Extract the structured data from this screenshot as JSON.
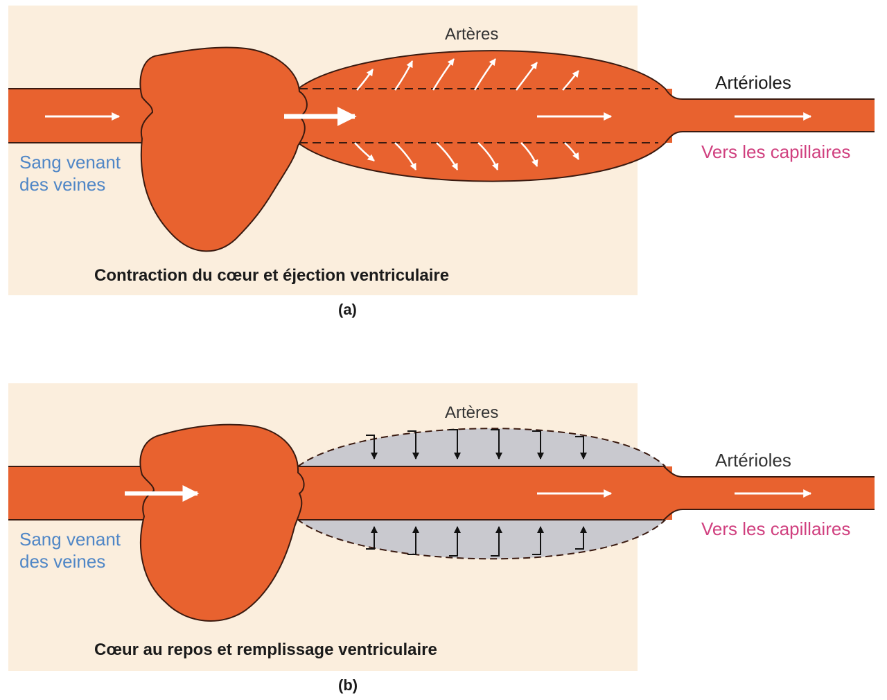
{
  "colors": {
    "blood": "#e8622f",
    "outline": "#3a1a10",
    "panel_bg": "#fbeedd",
    "resting_artery": "#c9c9cf",
    "venous_text": "#4f86c6",
    "capillary_text": "#d0407f"
  },
  "panel_a": {
    "label_arteres": "Artères",
    "label_arterioles": "Artérioles",
    "label_sang_line1": "Sang venant",
    "label_sang_line2": "des veines",
    "label_vers": "Vers les capillaires",
    "caption": "Contraction du cœur et éjection ventriculaire",
    "panel_letter": "(a)"
  },
  "panel_b": {
    "label_arteres": "Artères",
    "label_arterioles": "Artérioles",
    "label_sang_line1": "Sang venant",
    "label_sang_line2": "des veines",
    "label_vers": "Vers les capillaires",
    "caption": "Cœur au repos et remplissage ventriculaire",
    "panel_letter": "(b)"
  }
}
